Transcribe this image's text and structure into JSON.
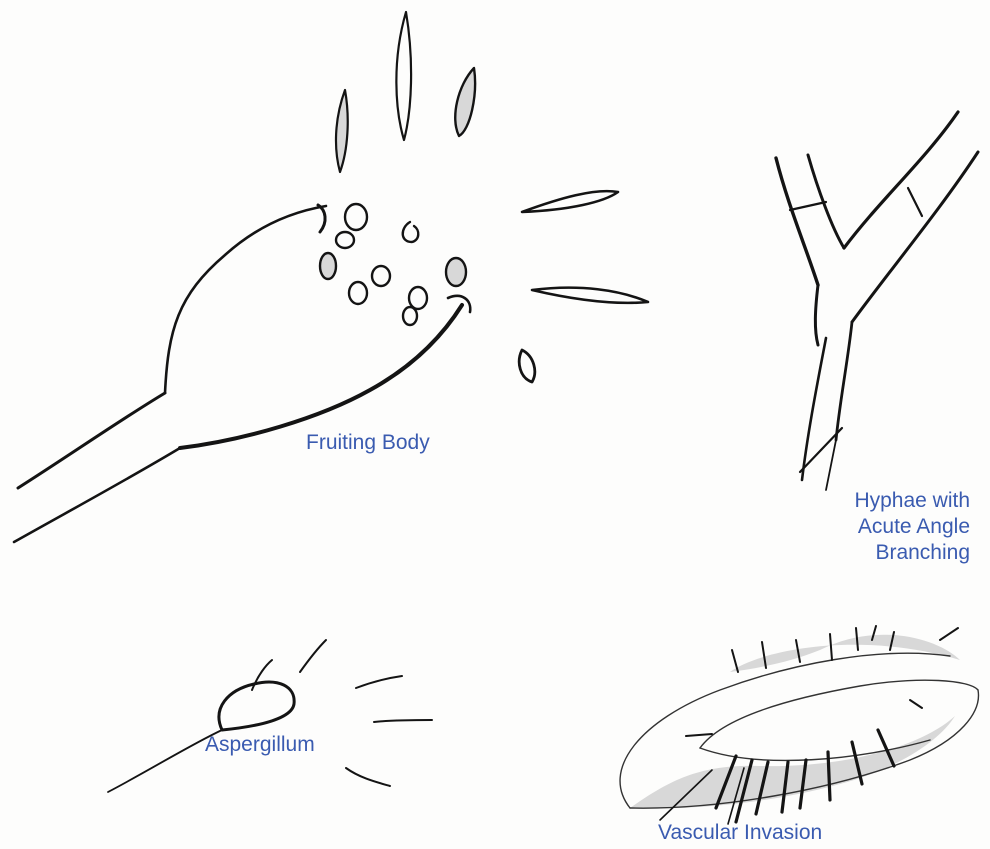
{
  "labels": {
    "fruiting_body": "Fruiting Body",
    "hyphae": [
      "Hyphae with",
      "Acute Angle",
      "Branching"
    ],
    "aspergillum": "Aspergillum",
    "vascular_invasion": "Vascular Invasion"
  },
  "colors": {
    "ink": "#141414",
    "label": "#3a5bb0",
    "shading": "#d8d8d8",
    "background": "#fdfdfc"
  }
}
